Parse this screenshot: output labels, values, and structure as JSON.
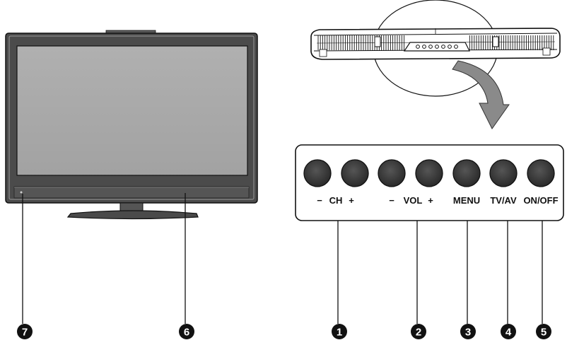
{
  "panel": {
    "labels": {
      "ch": "CH",
      "vol": "VOL",
      "menu": "MENU",
      "tvav": "TV/AV",
      "onoff": "ON/OFF",
      "minus": "−",
      "plus": "+"
    }
  },
  "callouts": {
    "n1": "1",
    "n2": "2",
    "n3": "3",
    "n4": "4",
    "n5": "5",
    "n6": "6",
    "n7": "7"
  },
  "colors": {
    "screen": "#a9a9a9",
    "bezel": "#4b4b4b",
    "button": "#3a3a3a",
    "outline": "#111111",
    "arrow": "#8a8a8a"
  }
}
